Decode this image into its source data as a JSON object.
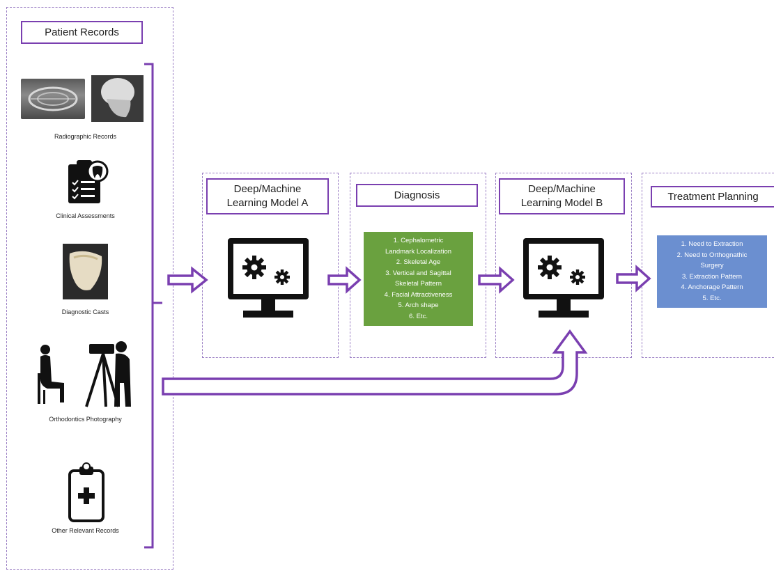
{
  "patient_records": {
    "title": "Patient Records",
    "items": [
      {
        "label": "Radiographic Records",
        "icon": "radiograph-icon"
      },
      {
        "label": "Clinical Assessments",
        "icon": "clipboard-tooth-icon"
      },
      {
        "label": "Diagnostic Casts",
        "icon": "dental-cast-icon"
      },
      {
        "label": "Orthodontics Photography",
        "icon": "photography-icon"
      },
      {
        "label": "Other Relevant Records",
        "icon": "medical-clipboard-icon"
      }
    ]
  },
  "model_a": {
    "title": "Deep/Machine\nLearning Model A",
    "icon": "computer-gears-icon"
  },
  "diagnosis": {
    "title": "Diagnosis",
    "color": "#6aa13f",
    "items": [
      "1.      Cephalometric",
      "Landmark Localization",
      "2.    Skeletal Age",
      "3.     Vertical and Sagittal",
      "Skeletal Pattern",
      "4.    Facial Attractiveness",
      "5.     Arch shape",
      "6.     Etc."
    ]
  },
  "model_b": {
    "title": "Deep/Machine\nLearning Model B",
    "icon": "computer-gears-icon"
  },
  "treatment": {
    "title": "Treatment Planning",
    "color": "#6b8fd0",
    "items": [
      "1.    Need to Extraction",
      "2.    Need to Orthognathic",
      "Surgery",
      "3.    Extraction Pattern",
      "4.    Anchorage Pattern",
      "5.     Etc."
    ]
  },
  "colors": {
    "accent": "#7a3fb0",
    "dashed_border": "#9b7fc4"
  }
}
